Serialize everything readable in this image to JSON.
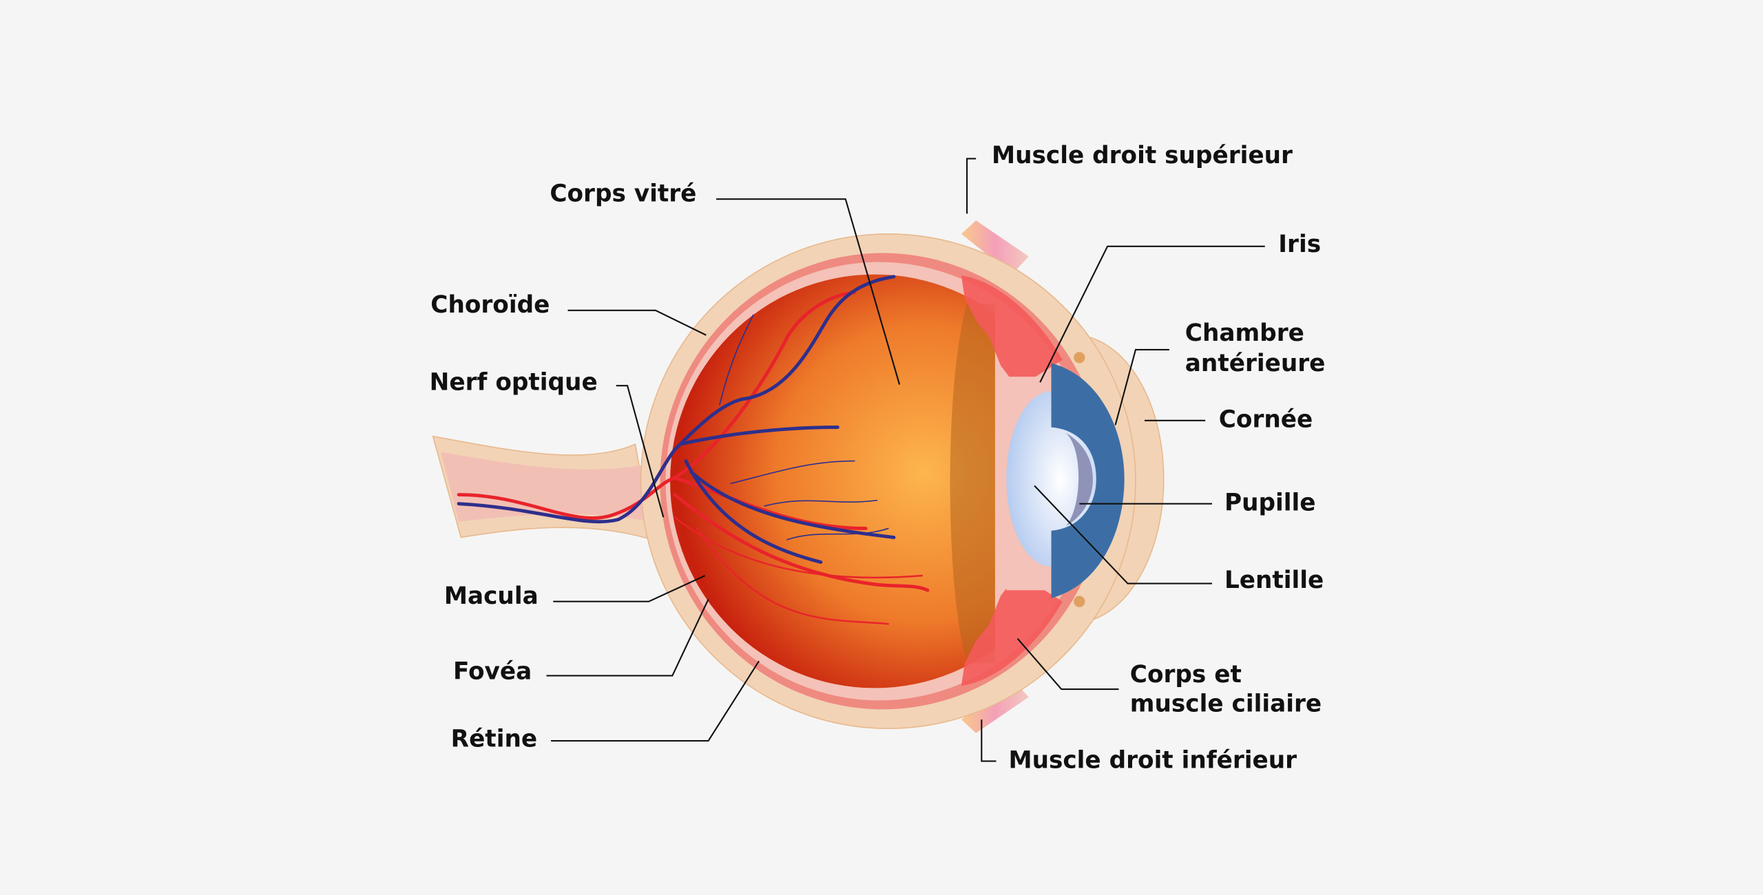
{
  "diagram": {
    "colors": {
      "background": "#f5f5f5",
      "sclera": "#f2d3b6",
      "choroid": "#ef8a80",
      "retina": "#f4c2b8",
      "vitreous_center": "#fdb64e",
      "vitreous_edge": "#c8220e",
      "vein": "#2e2f8c",
      "artery": "#e8232b",
      "iris": "#3c6ea5",
      "lens": "#c9d9f4",
      "ciliary": "#f45a5a"
    },
    "labels": {
      "corps_vitre": "Corps vitré",
      "choroide": "Choroïde",
      "nerf_optique": "Nerf optique",
      "macula": "Macula",
      "fovea": "Fovéa",
      "retine": "Rétine",
      "muscle_sup": "Muscle droit supérieur",
      "iris": "Iris",
      "chambre_1": "Chambre",
      "chambre_2": "antérieure",
      "cornee": "Cornée",
      "pupille": "Pupille",
      "lentille": "Lentille",
      "ciliaire_1": "Corps et",
      "ciliaire_2": "muscle ciliaire",
      "muscle_inf": "Muscle droit inférieur"
    }
  }
}
